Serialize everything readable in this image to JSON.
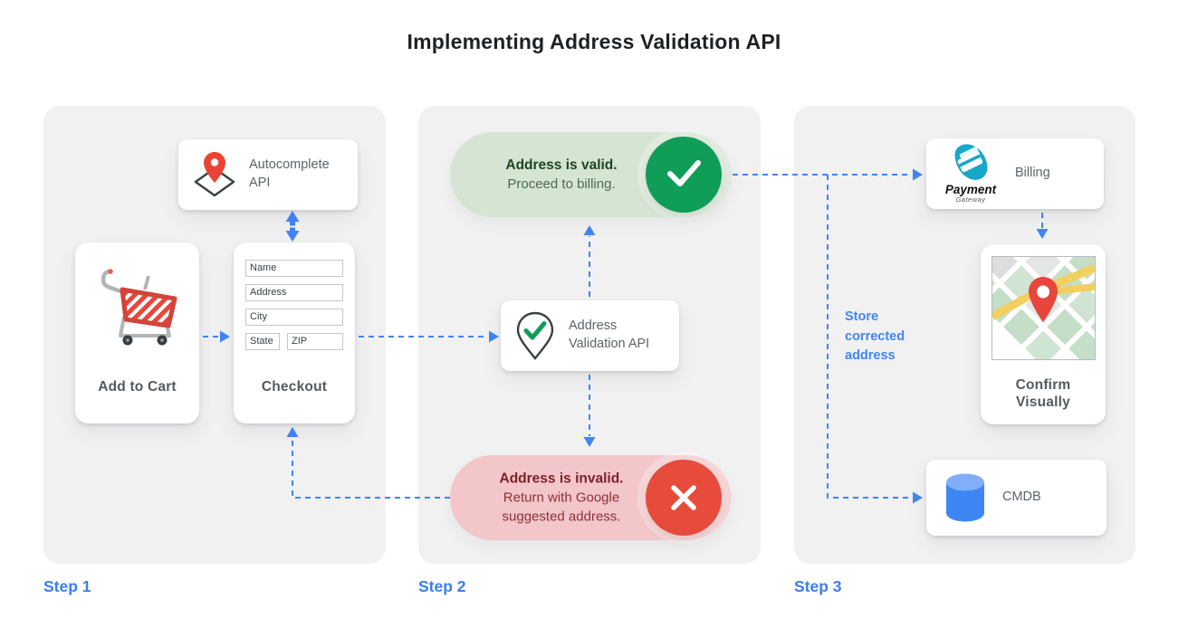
{
  "title": "Implementing Address Validation API",
  "steps": {
    "step1": "Step 1",
    "step2": "Step 2",
    "step3": "Step 3"
  },
  "panel1": {
    "autocomplete": {
      "label": "Autocomplete API",
      "icon": "map-pin-diamond-icon"
    },
    "add_to_cart": {
      "label": "Add to Cart",
      "icon": "shopping-cart-icon"
    },
    "checkout": {
      "label": "Checkout",
      "fields": {
        "name": "Name",
        "address": "Address",
        "city": "City",
        "state": "State",
        "zip": "ZIP"
      }
    }
  },
  "panel2": {
    "valid": {
      "title": "Address is valid.",
      "subtitle": "Proceed to billing.",
      "icon": "check-icon"
    },
    "validation_api": {
      "label": "Address Validation API",
      "icon": "pin-check-icon"
    },
    "invalid": {
      "title": "Address is invalid.",
      "subtitle": "Return with Google suggested address.",
      "icon": "x-icon"
    }
  },
  "panel3": {
    "billing": {
      "label": "Billing",
      "logo_primary": "Payment",
      "logo_secondary": "Gateway",
      "icon": "payment-gateway-logo"
    },
    "confirm": {
      "label": "Confirm Visually",
      "icon": "map-thumbnail"
    },
    "cmdb": {
      "label": "CMDB",
      "icon": "database-icon"
    },
    "store_note": "Store corrected address"
  },
  "colors": {
    "accent_blue": "#4285f4",
    "valid_green": "#0f9d58",
    "valid_pill_bg": "#d6e4d3",
    "valid_text": "#1e4620",
    "invalid_red": "#e74b3c",
    "invalid_pill_bg": "#f3c6c9",
    "invalid_text": "#7c2328",
    "panel_bg": "#f1f1f2",
    "pin_red": "#ea4335",
    "logo_teal": "#17a7c7"
  }
}
